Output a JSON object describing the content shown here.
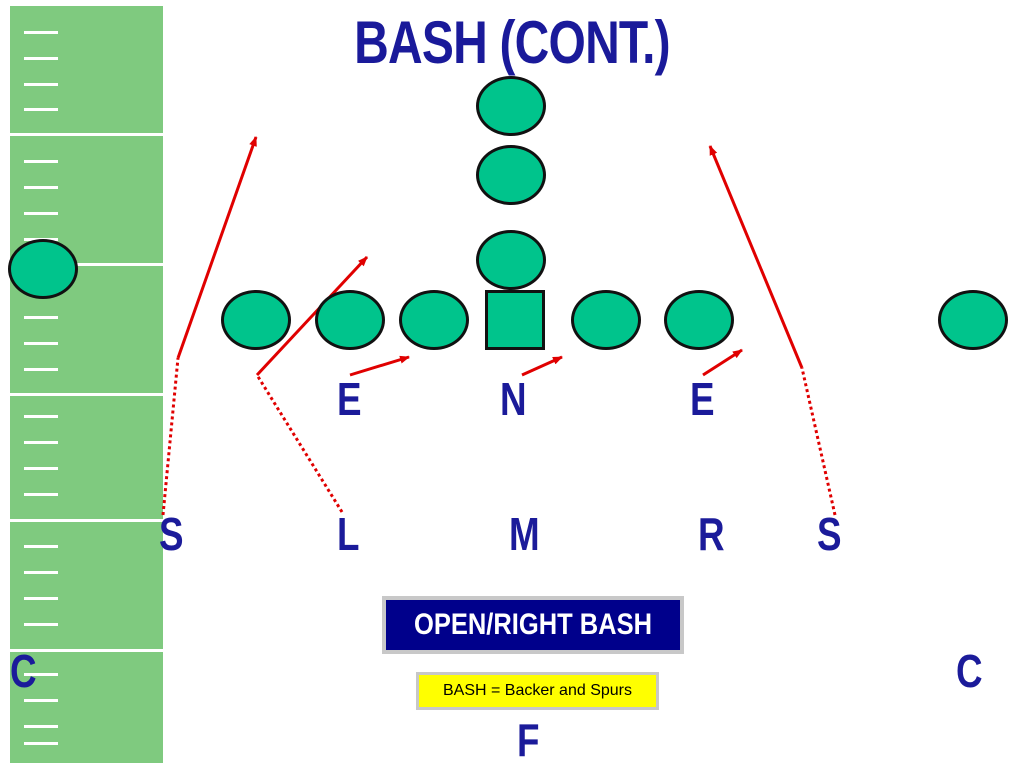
{
  "title": "BASH (CONT.)",
  "defense": {
    "e_left": "E",
    "n": "N",
    "e_right": "E",
    "s_left": "S",
    "l": "L",
    "m": "M",
    "r": "R",
    "s_right": "S",
    "c_left": "C",
    "c_right": "C",
    "f": "F"
  },
  "call_box": "OPEN/RIGHT BASH",
  "note": "BASH = Backer and Spurs",
  "colors": {
    "field": "#7fca7f",
    "player_fill": "#00c48c",
    "label": "#1b1b9a",
    "arrow": "#e00000",
    "call_box_bg": "#00008b",
    "note_bg": "#ffff00"
  }
}
